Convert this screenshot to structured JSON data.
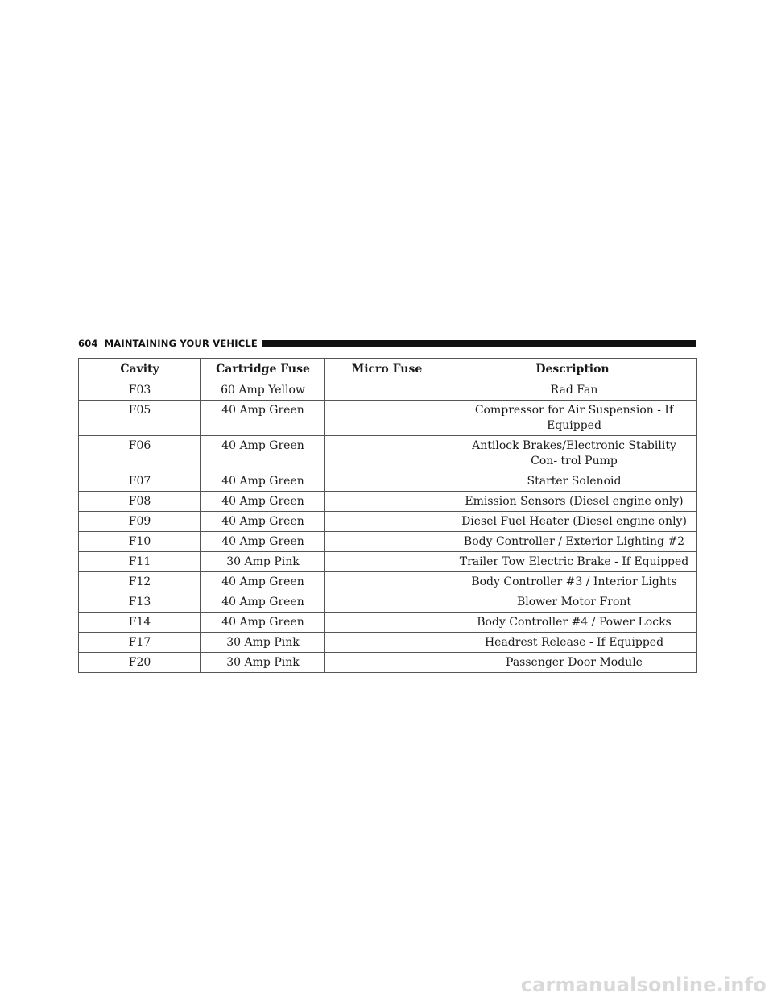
{
  "header": {
    "page_number": "604",
    "section_title": "MAINTAINING YOUR VEHICLE"
  },
  "table": {
    "columns": [
      "Cavity",
      "Cartridge Fuse",
      "Micro Fuse",
      "Description"
    ],
    "rows": [
      {
        "cavity": "F03",
        "cartridge": "60 Amp Yellow",
        "micro": "",
        "description": "Rad Fan"
      },
      {
        "cavity": "F05",
        "cartridge": "40 Amp Green",
        "micro": "",
        "description": "Compressor for Air Suspension - If Equipped"
      },
      {
        "cavity": "F06",
        "cartridge": "40 Amp Green",
        "micro": "",
        "description": "Antilock Brakes/Electronic Stability Con- trol Pump"
      },
      {
        "cavity": "F07",
        "cartridge": "40 Amp Green",
        "micro": "",
        "description": "Starter Solenoid"
      },
      {
        "cavity": "F08",
        "cartridge": "40 Amp Green",
        "micro": "",
        "description": "Emission Sensors (Diesel engine only)"
      },
      {
        "cavity": "F09",
        "cartridge": "40 Amp Green",
        "micro": "",
        "description": "Diesel Fuel Heater (Diesel engine only)"
      },
      {
        "cavity": "F10",
        "cartridge": "40 Amp Green",
        "micro": "",
        "description": "Body Controller / Exterior Lighting #2"
      },
      {
        "cavity": "F11",
        "cartridge": "30 Amp Pink",
        "micro": "",
        "description": "Trailer Tow Electric Brake - If Equipped"
      },
      {
        "cavity": "F12",
        "cartridge": "40 Amp Green",
        "micro": "",
        "description": "Body Controller #3 / Interior Lights"
      },
      {
        "cavity": "F13",
        "cartridge": "40 Amp Green",
        "micro": "",
        "description": "Blower Motor Front"
      },
      {
        "cavity": "F14",
        "cartridge": "40 Amp Green",
        "micro": "",
        "description": "Body Controller #4 / Power Locks"
      },
      {
        "cavity": "F17",
        "cartridge": "30 Amp Pink",
        "micro": "",
        "description": "Headrest Release - If Equipped"
      },
      {
        "cavity": "F20",
        "cartridge": "30 Amp Pink",
        "micro": "",
        "description": "Passenger Door Module"
      }
    ]
  },
  "watermark": "carmanualsonline.info"
}
